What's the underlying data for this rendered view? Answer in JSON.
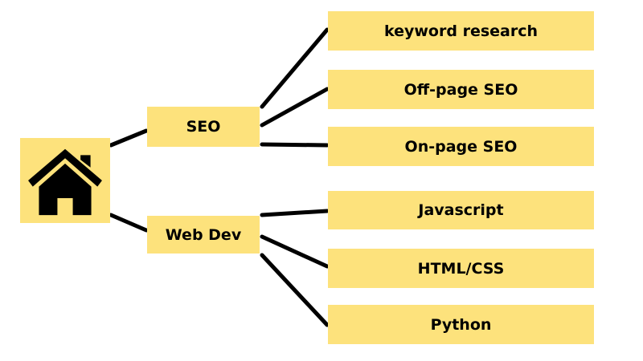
{
  "colors": {
    "node_fill": "#fde27c",
    "connector": "#000000",
    "icon": "#000000"
  },
  "root": {
    "icon": "home-icon"
  },
  "branches": [
    {
      "label": "SEO",
      "children": [
        "keyword research",
        "Off-page SEO",
        "On-page SEO"
      ]
    },
    {
      "label": "Web Dev",
      "children": [
        "Javascript",
        "HTML/CSS",
        "Python"
      ]
    }
  ]
}
